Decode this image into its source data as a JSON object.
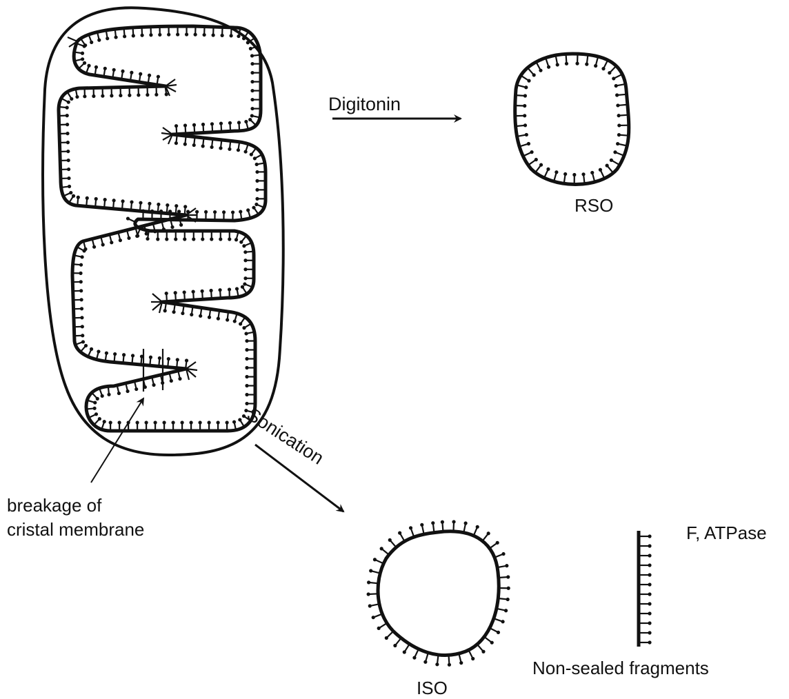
{
  "labels": {
    "digitonin": "Digitonin",
    "sonication": "Sonication",
    "rso": "RSO",
    "iso": "ISO",
    "breakage_line1": "breakage of",
    "breakage_line2": "cristal membrane",
    "f1_atpase": "F, ATPase",
    "non_sealed": "Non-sealed fragments"
  },
  "colors": {
    "ink": "#111111",
    "background": "#ffffff"
  }
}
